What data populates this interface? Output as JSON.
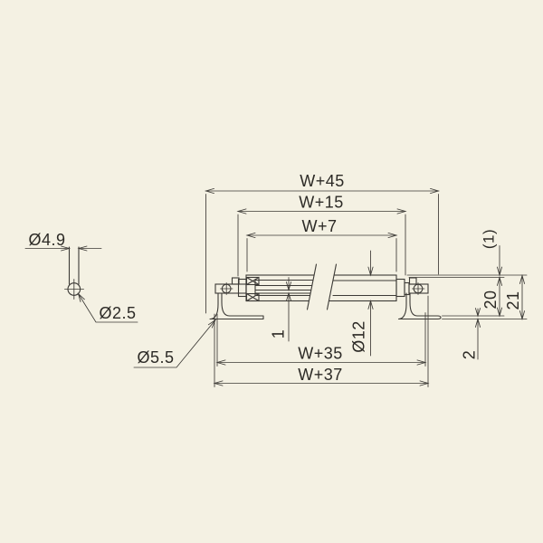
{
  "drawing": {
    "type": "technical-drawing",
    "subject": "roller-with-mounting-brackets",
    "background_color": "#f4f1e3",
    "line_color": "#3c3a36",
    "labels": {
      "overall_width_feet": "W+45",
      "width_over_caps": "W+15",
      "tube_length": "W+7",
      "width_between_brackets": "W+35",
      "shaft_overall": "W+37",
      "shaft_dia": "Ø4.9",
      "pin_hole_dia": "Ø2.5",
      "foot_hole_dia": "Ø5.5",
      "roller_dia": "Ø12",
      "wall_thickness": "1",
      "crown_height": "(1)",
      "frame_height": "20",
      "overall_height": "21",
      "foot_thickness": "2"
    }
  }
}
